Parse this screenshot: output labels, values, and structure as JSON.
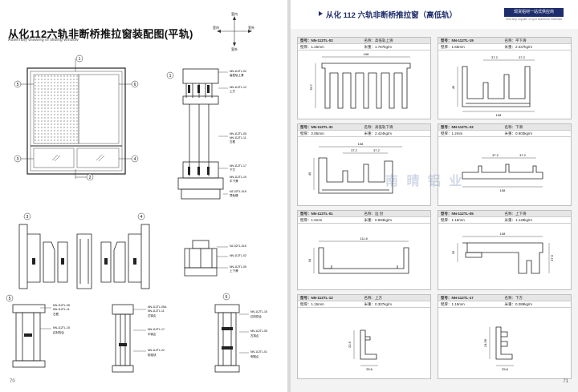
{
  "left_page": {
    "title": "从化112六轨非断桥推拉窗装配图(平轨)",
    "subtitle": "Assembly drawing of sliding window",
    "page_number": "70",
    "compass": {
      "up": "室内",
      "left": "室内",
      "right": "室外",
      "down": "室外"
    },
    "callouts": [
      "1",
      "2",
      "3",
      "4",
      "5",
      "6"
    ],
    "section_labels": {
      "s1": [
        "NN-112TL-02",
        "高低轨上滑",
        "NN-112TL-12",
        "上方"
      ],
      "s2": [
        "NN-112TL-05",
        "NN-112TL-11",
        "左框",
        "NN-112TL-17",
        "下方",
        "NN-112TL-19",
        "平下滑",
        "NZ-02TL-01K",
        "导轨槽"
      ],
      "s3": [
        "NZ-02TL-01K",
        "NN-112TL-02",
        "NN-112TL-05",
        "上下滑"
      ],
      "s5": [
        "NN-112TL-05",
        "NN-112TL-11",
        "左框",
        "NN-112TL-15",
        "边封钩企"
      ],
      "s4": [
        "NN-112TL-05A",
        "NN-112TL-11",
        "左钩企",
        "NN-112TL-17",
        "中钩企",
        "NN-112TL-22",
        "防碰块"
      ],
      "s6": [
        "NN-112TL-15",
        "边封钩企",
        "NN-112TL-05",
        "左钩企",
        "NN-112TL-01",
        "侧钩企"
      ]
    }
  },
  "right_page": {
    "title": "从化 112 六轨非断桥推拉窗（高低轨）",
    "badge": "现货铝材一站式供应商",
    "badge_sub": "One-stop supplier of spot aluminum materials",
    "page_number": "71",
    "watermark": "南 晴 铝 业",
    "cards": [
      {
        "model": "型号：NN-112TL-02",
        "name": "名称：高低轨上滑",
        "thickness": "壁厚：1.25mm",
        "weight": "米重：1.767kg/m",
        "dims": [
          "108",
          "78.7"
        ]
      },
      {
        "model": "型号：NN-112TL-19",
        "name": "名称：平下滑",
        "thickness": "壁厚：1.65mm",
        "weight": "米重：2.037kg/m",
        "dims": [
          "37.2",
          "37.2",
          "49",
          "108"
        ]
      },
      {
        "model": "型号：NN-112TL-31",
        "name": "名称：高低轨下滑",
        "thickness": "壁厚：2.85mm",
        "weight": "米重：2.424kg/m",
        "dims": [
          "108",
          "37.2",
          "37.2",
          "49"
        ]
      },
      {
        "model": "型号：NN-112TL-22",
        "name": "名称：下滑",
        "thickness": "壁厚：1.2mm",
        "weight": "米重：0.903kg/m",
        "dims": [
          "37.2",
          "37.2",
          "108"
        ]
      },
      {
        "model": "型号：NN-112TL-01",
        "name": "名称：边 封",
        "thickness": "壁厚：1.5mm",
        "weight": "米重：0.993kg/m",
        "dims": [
          "111.8",
          "34"
        ]
      },
      {
        "model": "型号：NN-112TL-05",
        "name": "名称：上下滑",
        "thickness": "壁厚：1.15mm",
        "weight": "米重：1.149kg/m",
        "dims": [
          "108",
          "25",
          "37.9"
        ]
      },
      {
        "model": "型号：NN-112TL-12",
        "name": "名称：上方",
        "thickness": "壁厚：1.15mm",
        "weight": "米重：0.307kg/m",
        "dims": [
          "22.5",
          "25.6"
        ]
      },
      {
        "model": "型号：NN-112TL-17",
        "name": "名称：下方",
        "thickness": "壁厚：1.15mm",
        "weight": "米重：0.389kg/m",
        "dims": [
          "24.56",
          "25.6"
        ]
      }
    ]
  }
}
